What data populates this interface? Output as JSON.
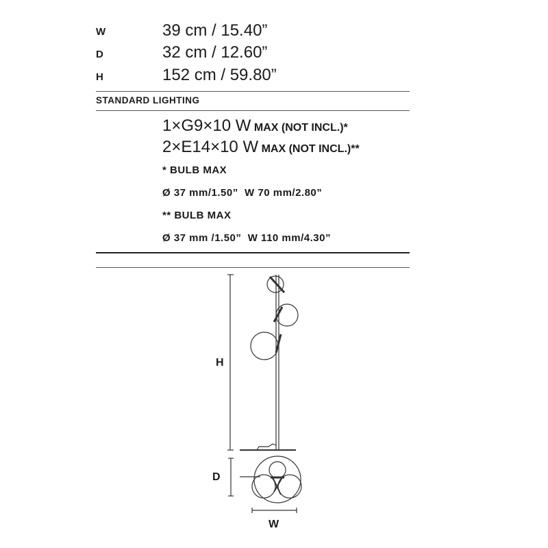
{
  "dimensions": [
    {
      "label": "W",
      "value": "39 cm / 15.40”"
    },
    {
      "label": "D",
      "value": "32 cm / 12.60”"
    },
    {
      "label": "H",
      "value": "152 cm / 59.80”"
    }
  ],
  "lighting": {
    "heading": "STANDARD LIGHTING",
    "bulbs": [
      {
        "main": "1×G9×10 W",
        "suffix": "MAX (NOT INCL.)*"
      },
      {
        "main": "2×E14×10 W",
        "suffix": "MAX (NOT INCL.)**"
      }
    ],
    "notes": [
      "* BULB MAX",
      "Ø 37 mm/1.50”  W 70 mm/2.80”",
      "** BULB MAX",
      "Ø 37 mm /1.50”  W 110 mm/4.30”"
    ]
  },
  "drawing": {
    "h_label": "H",
    "d_label": "D",
    "w_label": "W"
  }
}
